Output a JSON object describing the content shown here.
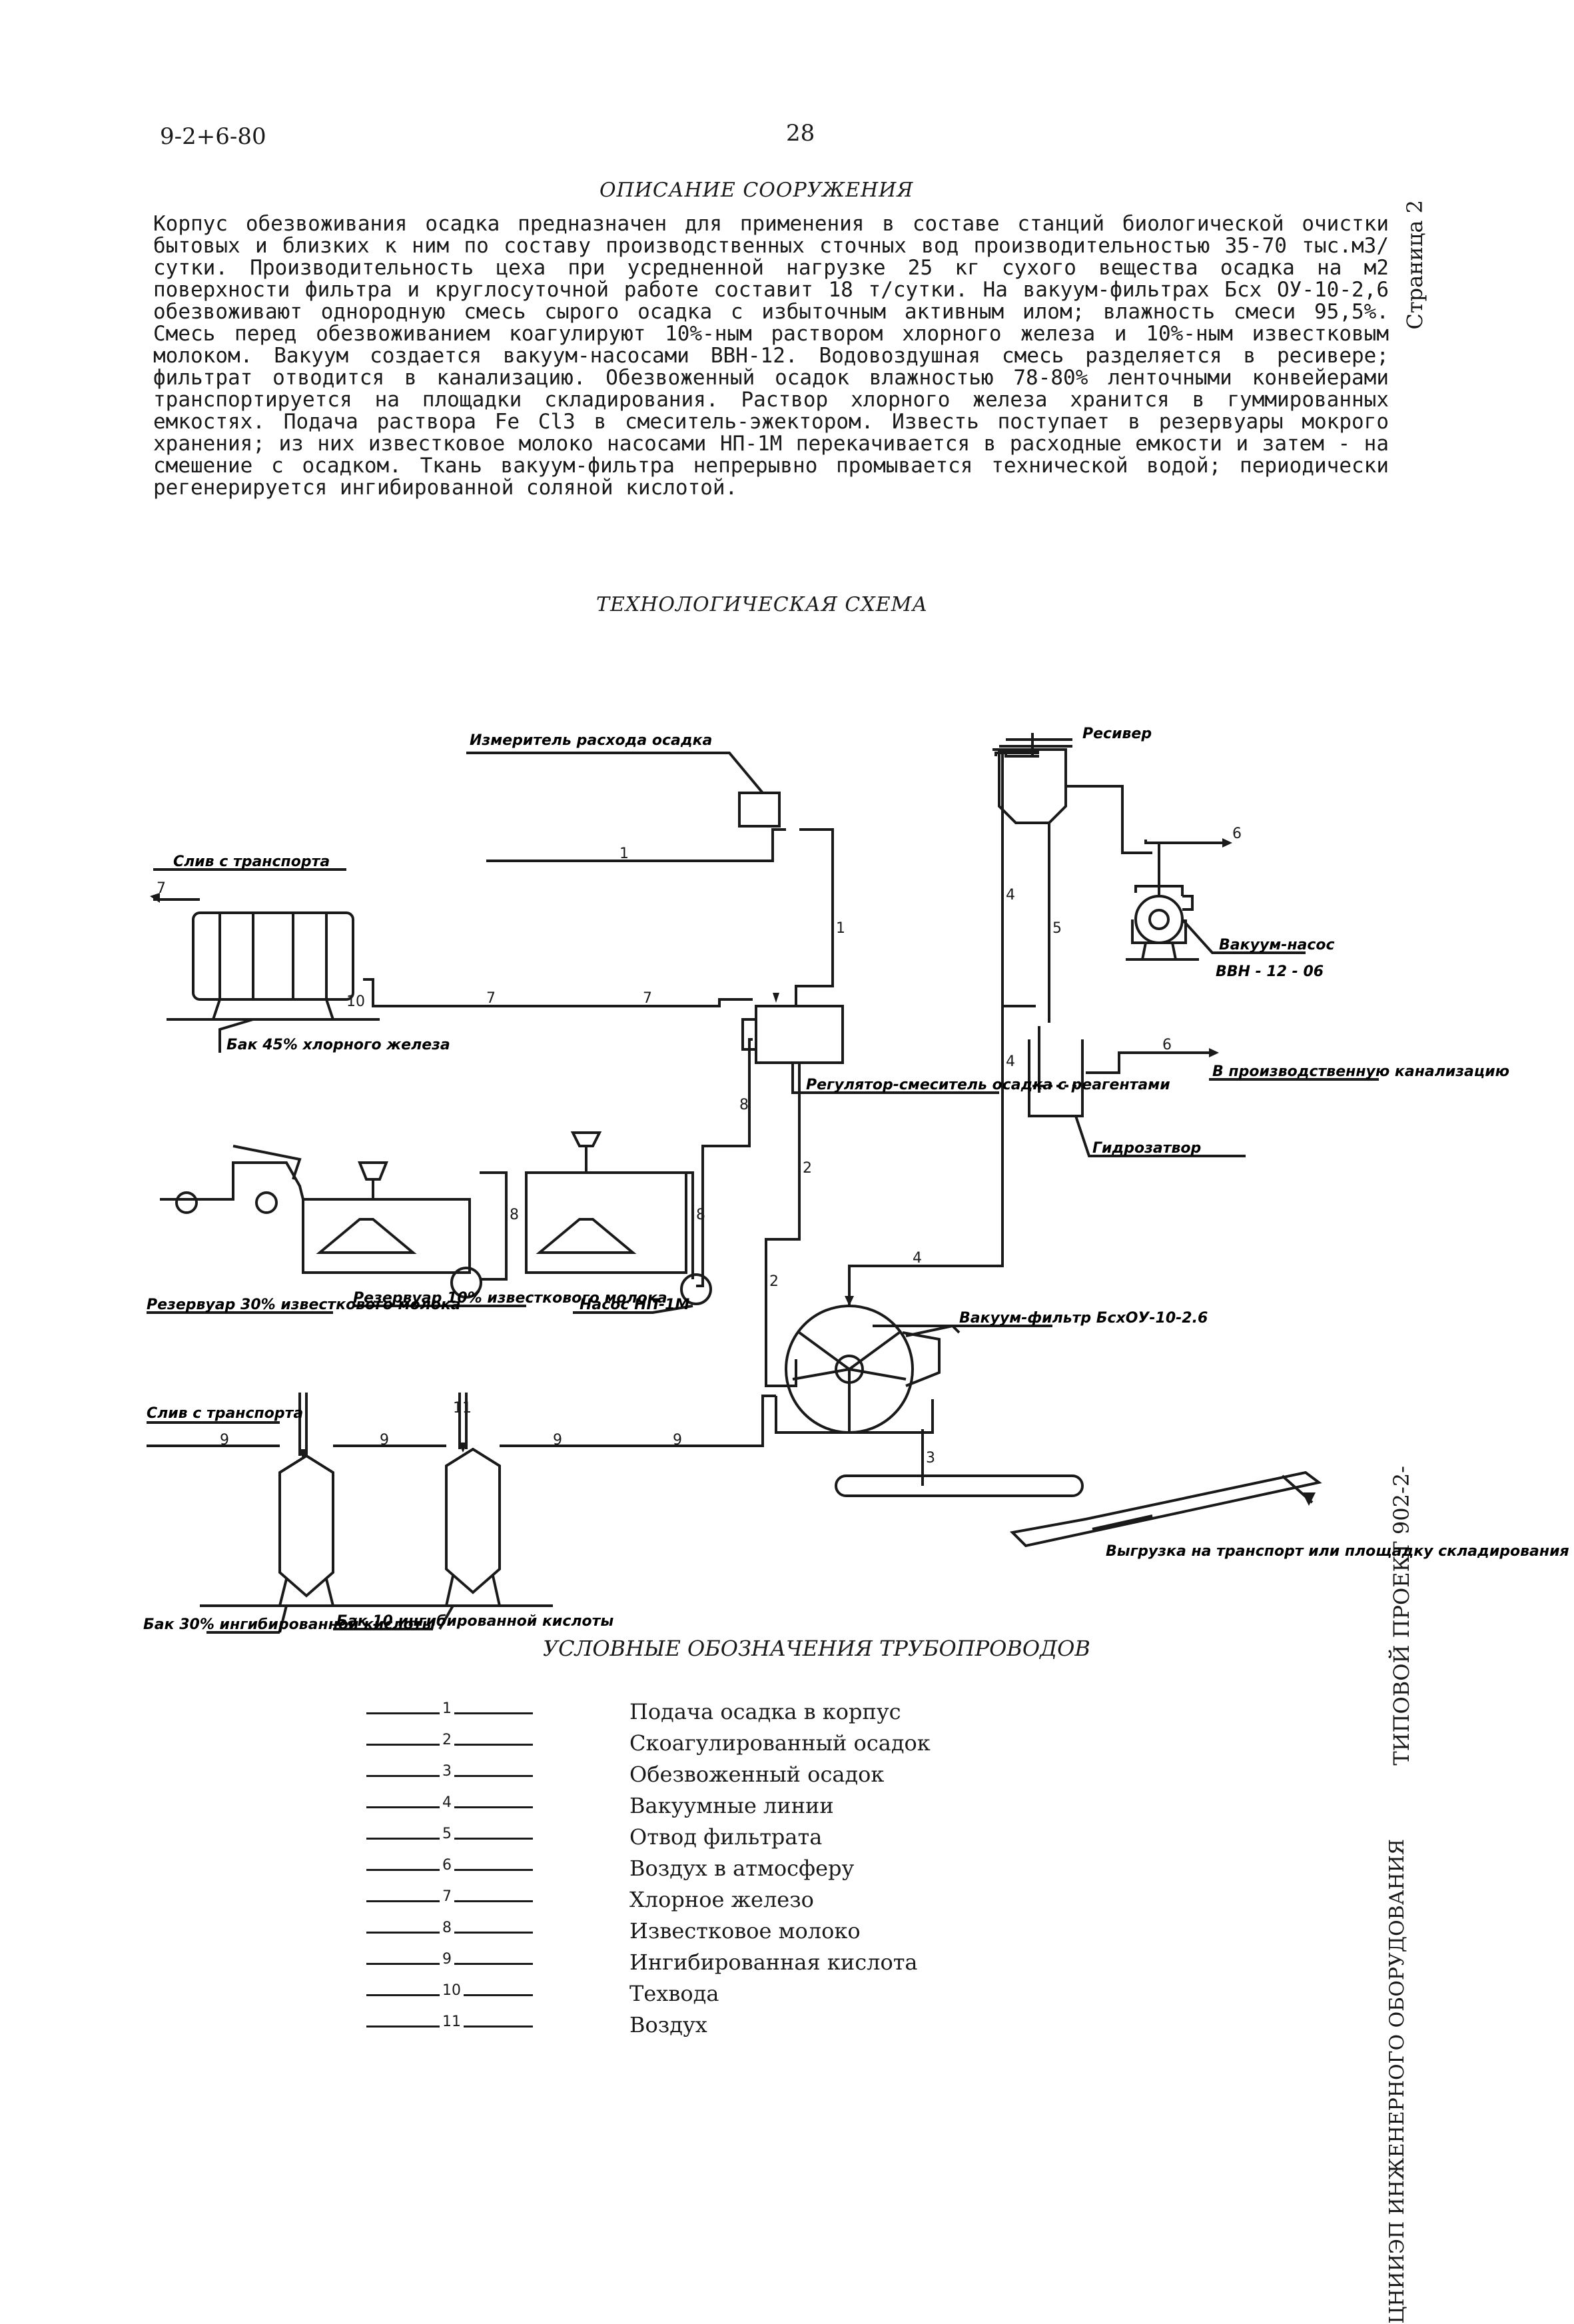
{
  "header": {
    "doc_code": "9-2+6-80",
    "page_number": "28"
  },
  "description": {
    "title": "ОПИСАНИЕ СООРУЖЕНИЯ",
    "text": "Корпус обезвоживания осадка предназначен для применения в составе станций биологической очистки бытовых и близких к ним по составу производственных сточных вод производительностью 35-70 тыс.м3/сутки. Производительность цеха при усредненной нагрузке 25 кг сухого вещества осадка на м2 поверхности фильтра и круглосуточной работе составит 18 т/сутки. На вакуум-фильтрах Бсх ОУ-10-2,6 обезвоживают однородную смесь сырого осадка с избыточным активным илом; влажность смеси 95,5%. Смесь перед обезвоживанием коагулируют 10%-ным раствором хлорного железа и 10%-ным известковым молоком. Вакуум создается вакуум-насосами ВВН-12. Водовоздушная смесь разделяется в ресивере; фильтрат отводится в канализацию. Обезвоженный осадок влажностью 78-80% ленточными конвейерами транспортируется на площадки складирования. Раствор хлорного железа хранится в гуммированных емкостях. Подача раствора Fe Cl3 в смеситель-эжектором. Известь поступает в резервуары мокрого хранения; из них известковое молоко насосами НП-1М перекачивается в расходные емкости и затем - на смешение с осадком. Ткань вакуум-фильтра непрерывно промывается технической водой; периодически регенерируется ингибированной соляной кислотой."
  },
  "side": {
    "page_label": "Страница 2",
    "project_label": "ТИПОВОЙ ПРОЕКТ 902-2-",
    "institute_label": "ЦНИИЭП ИНЖЕНЕРНОГО ОБОРУДОВАНИЯ"
  },
  "scheme": {
    "title": "ТЕХНОЛОГИЧЕСКАЯ СХЕМА",
    "labels": {
      "sludge_meter": "Измеритель расхода осадка",
      "drain_transport_1": "Слив с транспорта",
      "tank_ferric": "Бак 45% хлорного железа",
      "receiver": "Ресивер",
      "vacuum_pump": "Вакуум-насос",
      "vacuum_pump_model": "ВВН - 12 - 06",
      "sewer": "В производственную канализацию",
      "water_seal": "Гидрозатвор",
      "mixer_regulator": "Регулятор-смеситель осадка с реагентами",
      "reservoir_30": "Резервуар 30% известкового молока",
      "reservoir_10": "Резервуар 10% известкового молока",
      "pump_np": "Насос НП-1М",
      "vacuum_filter": "Вакуум-фильтр БсхОУ-10-2.6",
      "drain_transport_2": "Слив с транспорта",
      "unload": "Выгрузка на транспорт или площадку складирования",
      "tank_acid_30": "Бак 30% ингибированной кислоты",
      "tank_acid_10": "Бак 10 ингибированной кислоты"
    },
    "line_numbers": [
      "1",
      "2",
      "3",
      "4",
      "5",
      "6",
      "7",
      "8",
      "9",
      "10",
      "11"
    ]
  },
  "legend": {
    "title": "УСЛОВНЫЕ ОБОЗНАЧЕНИЯ ТРУБОПРОВОДОВ",
    "items": [
      {
        "num": "1",
        "text": "Подача осадка в корпус"
      },
      {
        "num": "2",
        "text": "Скоагулированный осадок"
      },
      {
        "num": "3",
        "text": "Обезвоженный осадок"
      },
      {
        "num": "4",
        "text": "Вакуумные линии"
      },
      {
        "num": "5",
        "text": "Отвод фильтрата"
      },
      {
        "num": "6",
        "text": "Воздух в атмосферу"
      },
      {
        "num": "7",
        "text": "Хлорное железо"
      },
      {
        "num": "8",
        "text": "Известковое молоко"
      },
      {
        "num": "9",
        "text": "Ингибированная кислота"
      },
      {
        "num": "10",
        "text": "Техвода"
      },
      {
        "num": "11",
        "text": "Воздух"
      }
    ]
  }
}
